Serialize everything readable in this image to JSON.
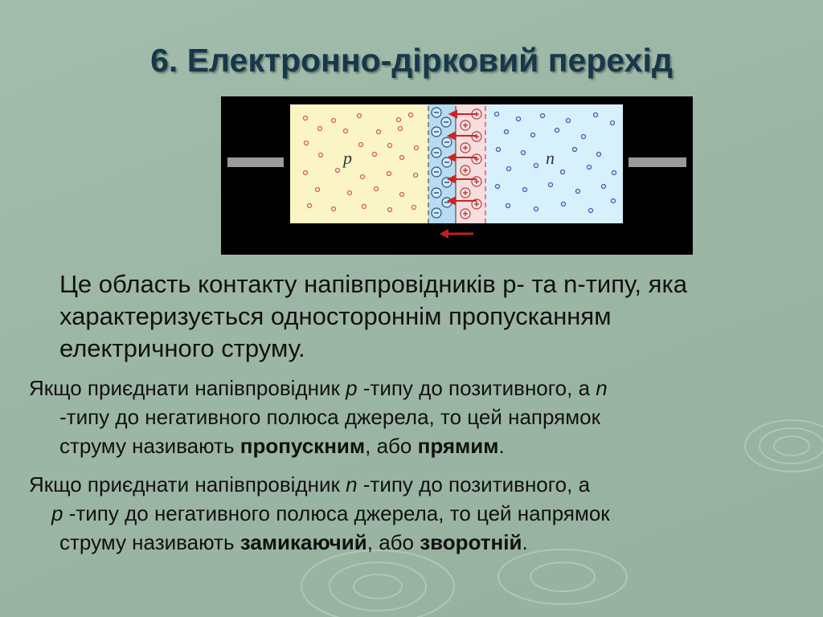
{
  "slide": {
    "title": "6. Електронно-дірковий перехід",
    "figure": {
      "p_label": "p",
      "n_label": "n",
      "minus_sign": "−",
      "plus_sign": "+"
    },
    "definition": "Це область контакту напівпровідників р- та n-типу, яка характеризується одностороннім пропусканням електричного струму.",
    "forward": {
      "line1_a": "Якщо приєднати напівпровідник ",
      "p": "р",
      "line1_b": " -типу до позитивного, а ",
      "n": "n",
      "line2": "-типу до негативного полюса джерела, то цей напрямок",
      "line3_a": "струму називають ",
      "bold1": "пропускним",
      "mid": ", або ",
      "bold2": "прямим",
      "end": "."
    },
    "reverse": {
      "line1_a": "Якщо приєднати напівпровідник ",
      "n": "n",
      "line1_b": " -типу до позитивного, а",
      "p": "р",
      "line2": " -типу до негативного полюса джерела, то цей напрямок",
      "line3_a": "струму називають ",
      "bold1": "замикаючий",
      "mid": ", або ",
      "bold2": "зворотній",
      "end": "."
    }
  }
}
